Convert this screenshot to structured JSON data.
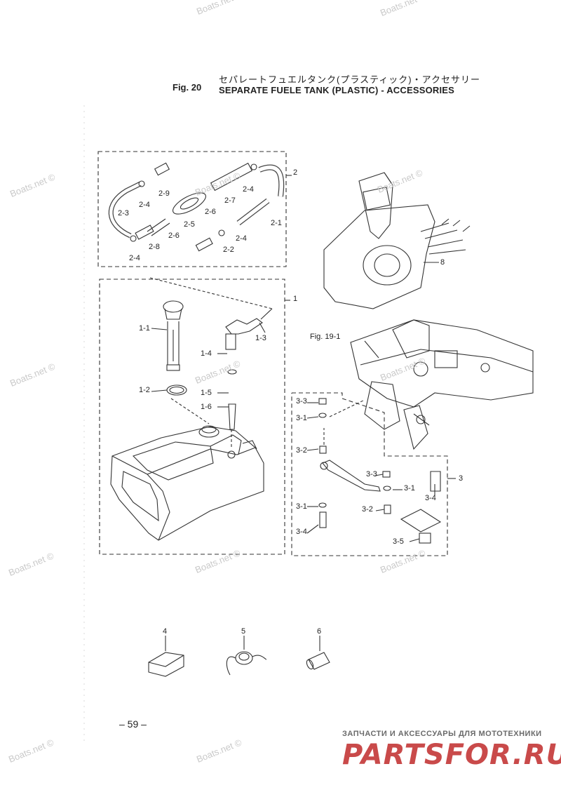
{
  "header": {
    "fig_label": "Fig. 20",
    "title_jp": "セパレートフュエルタンク(プラスティック)・アクセサリー",
    "title_en": "SEPARATE FUELE TANK (PLASTIC) - ACCESSORIES"
  },
  "watermark": "Boats.net ©",
  "callouts": {
    "c2": "2",
    "c2_1": "2-1",
    "c2_2": "2-2",
    "c2_3": "2-3",
    "c2_4a": "2-4",
    "c2_4b": "2-4",
    "c2_4c": "2-4",
    "c2_4d": "2-4",
    "c2_5": "2-5",
    "c2_6a": "2-6",
    "c2_6b": "2-6",
    "c2_7": "2-7",
    "c2_8": "2-8",
    "c2_9": "2-9",
    "c1": "1",
    "c1_1": "1-1",
    "c1_2": "1-2",
    "c1_3": "1-3",
    "c1_4": "1-4",
    "c1_5": "1-5",
    "c1_6": "1-6",
    "c8": "8",
    "fig19": "Fig. 19-1",
    "c3": "3",
    "c3_1a": "3-1",
    "c3_1b": "3-1",
    "c3_1c": "3-1",
    "c3_2a": "3-2",
    "c3_2b": "3-2",
    "c3_3a": "3-3",
    "c3_3b": "3-3",
    "c3_4a": "3-4",
    "c3_4b": "3-4",
    "c3_5": "3-5",
    "c4": "4",
    "c5": "5",
    "c6": "6"
  },
  "footer": {
    "page_number": "– 59 –",
    "ad_tagline": "ЗАПЧАСТИ И АКСЕССУАРЫ ДЛЯ МОТОТЕХНИКИ",
    "ad_logo": "PARTSFOR.RU"
  }
}
